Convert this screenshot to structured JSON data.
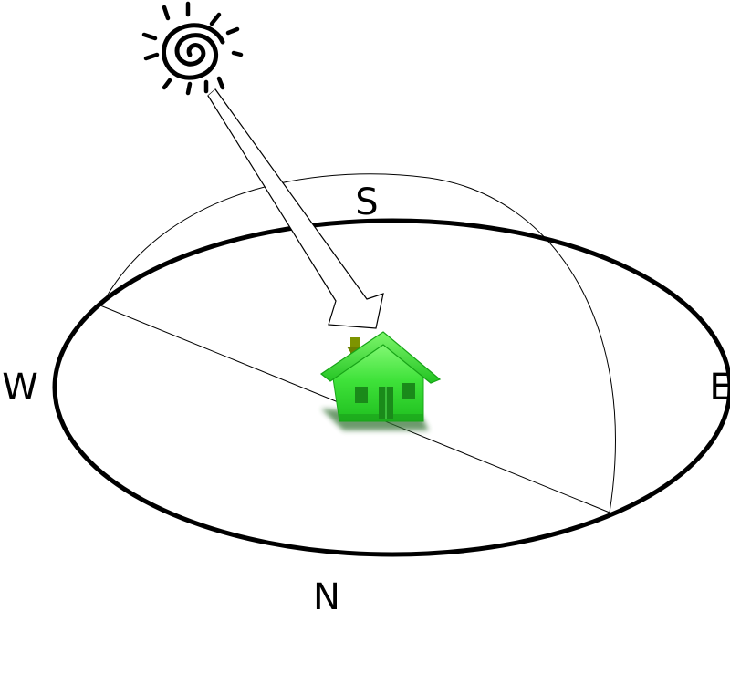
{
  "compass": {
    "south": "S",
    "west": "W",
    "east": "E",
    "north": "N"
  },
  "colors": {
    "stroke": "#000000",
    "house_green": "#2ee02e",
    "house_dark_green": "#1aa81a",
    "chimney": "#7a8f00",
    "shadow": "#3c7a3c"
  },
  "icons": {
    "sun": "sun-icon",
    "house": "house-icon",
    "arrow": "sunlight-arrow"
  }
}
